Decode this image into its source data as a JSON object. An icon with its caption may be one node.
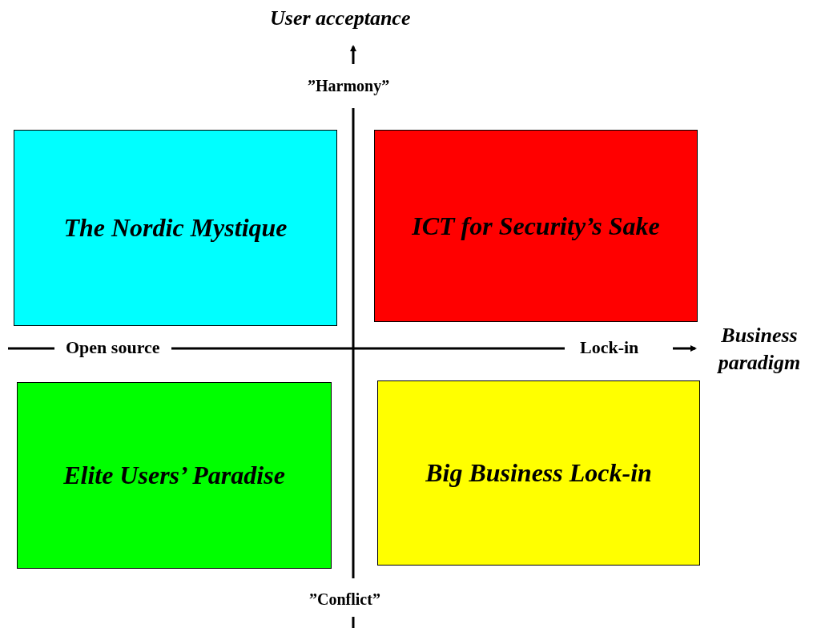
{
  "diagram": {
    "nodes": [
      {
        "text": [
          "The Nordic Mystique"
        ]
      },
      {
        "text": [
          "ICT for Security’s Sake"
        ]
      },
      {
        "text": [
          "Elite Users’ Paradise"
        ]
      },
      {
        "text": [
          "Big Business Lock-in"
        ]
      }
    ],
    "labels": [
      "User acceptance",
      "”Harmony”",
      "Open source",
      "Lock-in",
      "Business paradigm",
      "”Conflict”"
    ]
  }
}
